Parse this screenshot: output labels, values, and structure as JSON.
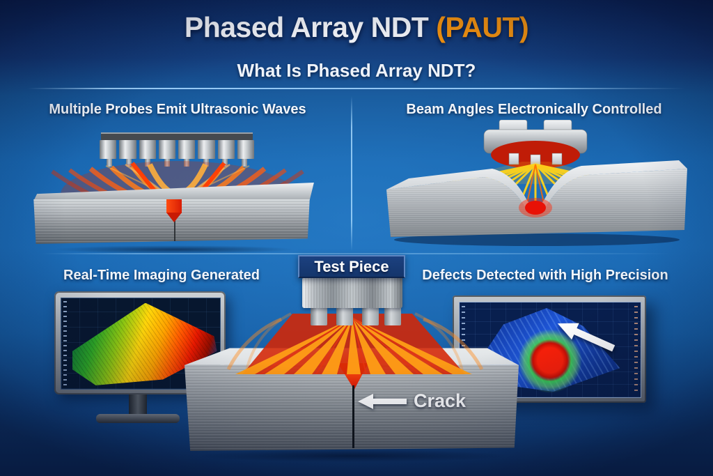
{
  "header": {
    "title_main": "Phased Array NDT ",
    "title_accent": "(PAUT)",
    "subtitle": "What Is Phased Array NDT?"
  },
  "quadrants": {
    "top_left": {
      "label": "Multiple Probes Emit Ultrasonic Waves"
    },
    "top_right": {
      "label": "Beam Angles Electronically Controlled"
    },
    "bottom_left": {
      "label": "Real-Time Imaging Generated"
    },
    "bottom_right": {
      "label": "Defects Detected with High Precision"
    }
  },
  "center": {
    "test_piece_label": "Test Piece",
    "crack_label": "Crack"
  },
  "icons": {
    "crack_arrow": "arrow-left-icon",
    "defect_arrow": "arrow-down-left-icon"
  },
  "colors": {
    "accent_orange": "#F5930E",
    "beam_yellow": "#FFD31A",
    "beam_orange": "#FF9E16",
    "beam_red": "#E8380D",
    "defect_red": "#E01310",
    "background_blue": "#1A6DB8",
    "header_navy": "#0A2052",
    "label_box_navy": "#14356B",
    "metal_gray": "#A8ADB2"
  }
}
